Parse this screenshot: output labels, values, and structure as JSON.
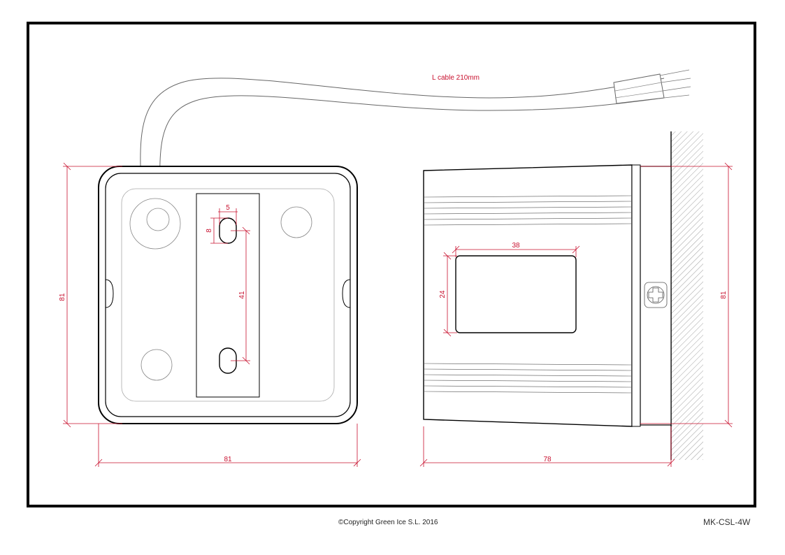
{
  "cable_label": "L cable 210mm",
  "dims": {
    "front_height": "81",
    "front_width": "81",
    "slot_width": "5",
    "slot_height": "8",
    "slot_spacing": "41",
    "window_width": "38",
    "window_height": "24",
    "side_height": "81",
    "side_depth": "78"
  },
  "footer": {
    "copyright": "©Copyright Green Ice S.L. 2016",
    "model": "MK-CSL-4W"
  },
  "colors": {
    "dimension": "#c8102e",
    "outline": "#000000"
  }
}
